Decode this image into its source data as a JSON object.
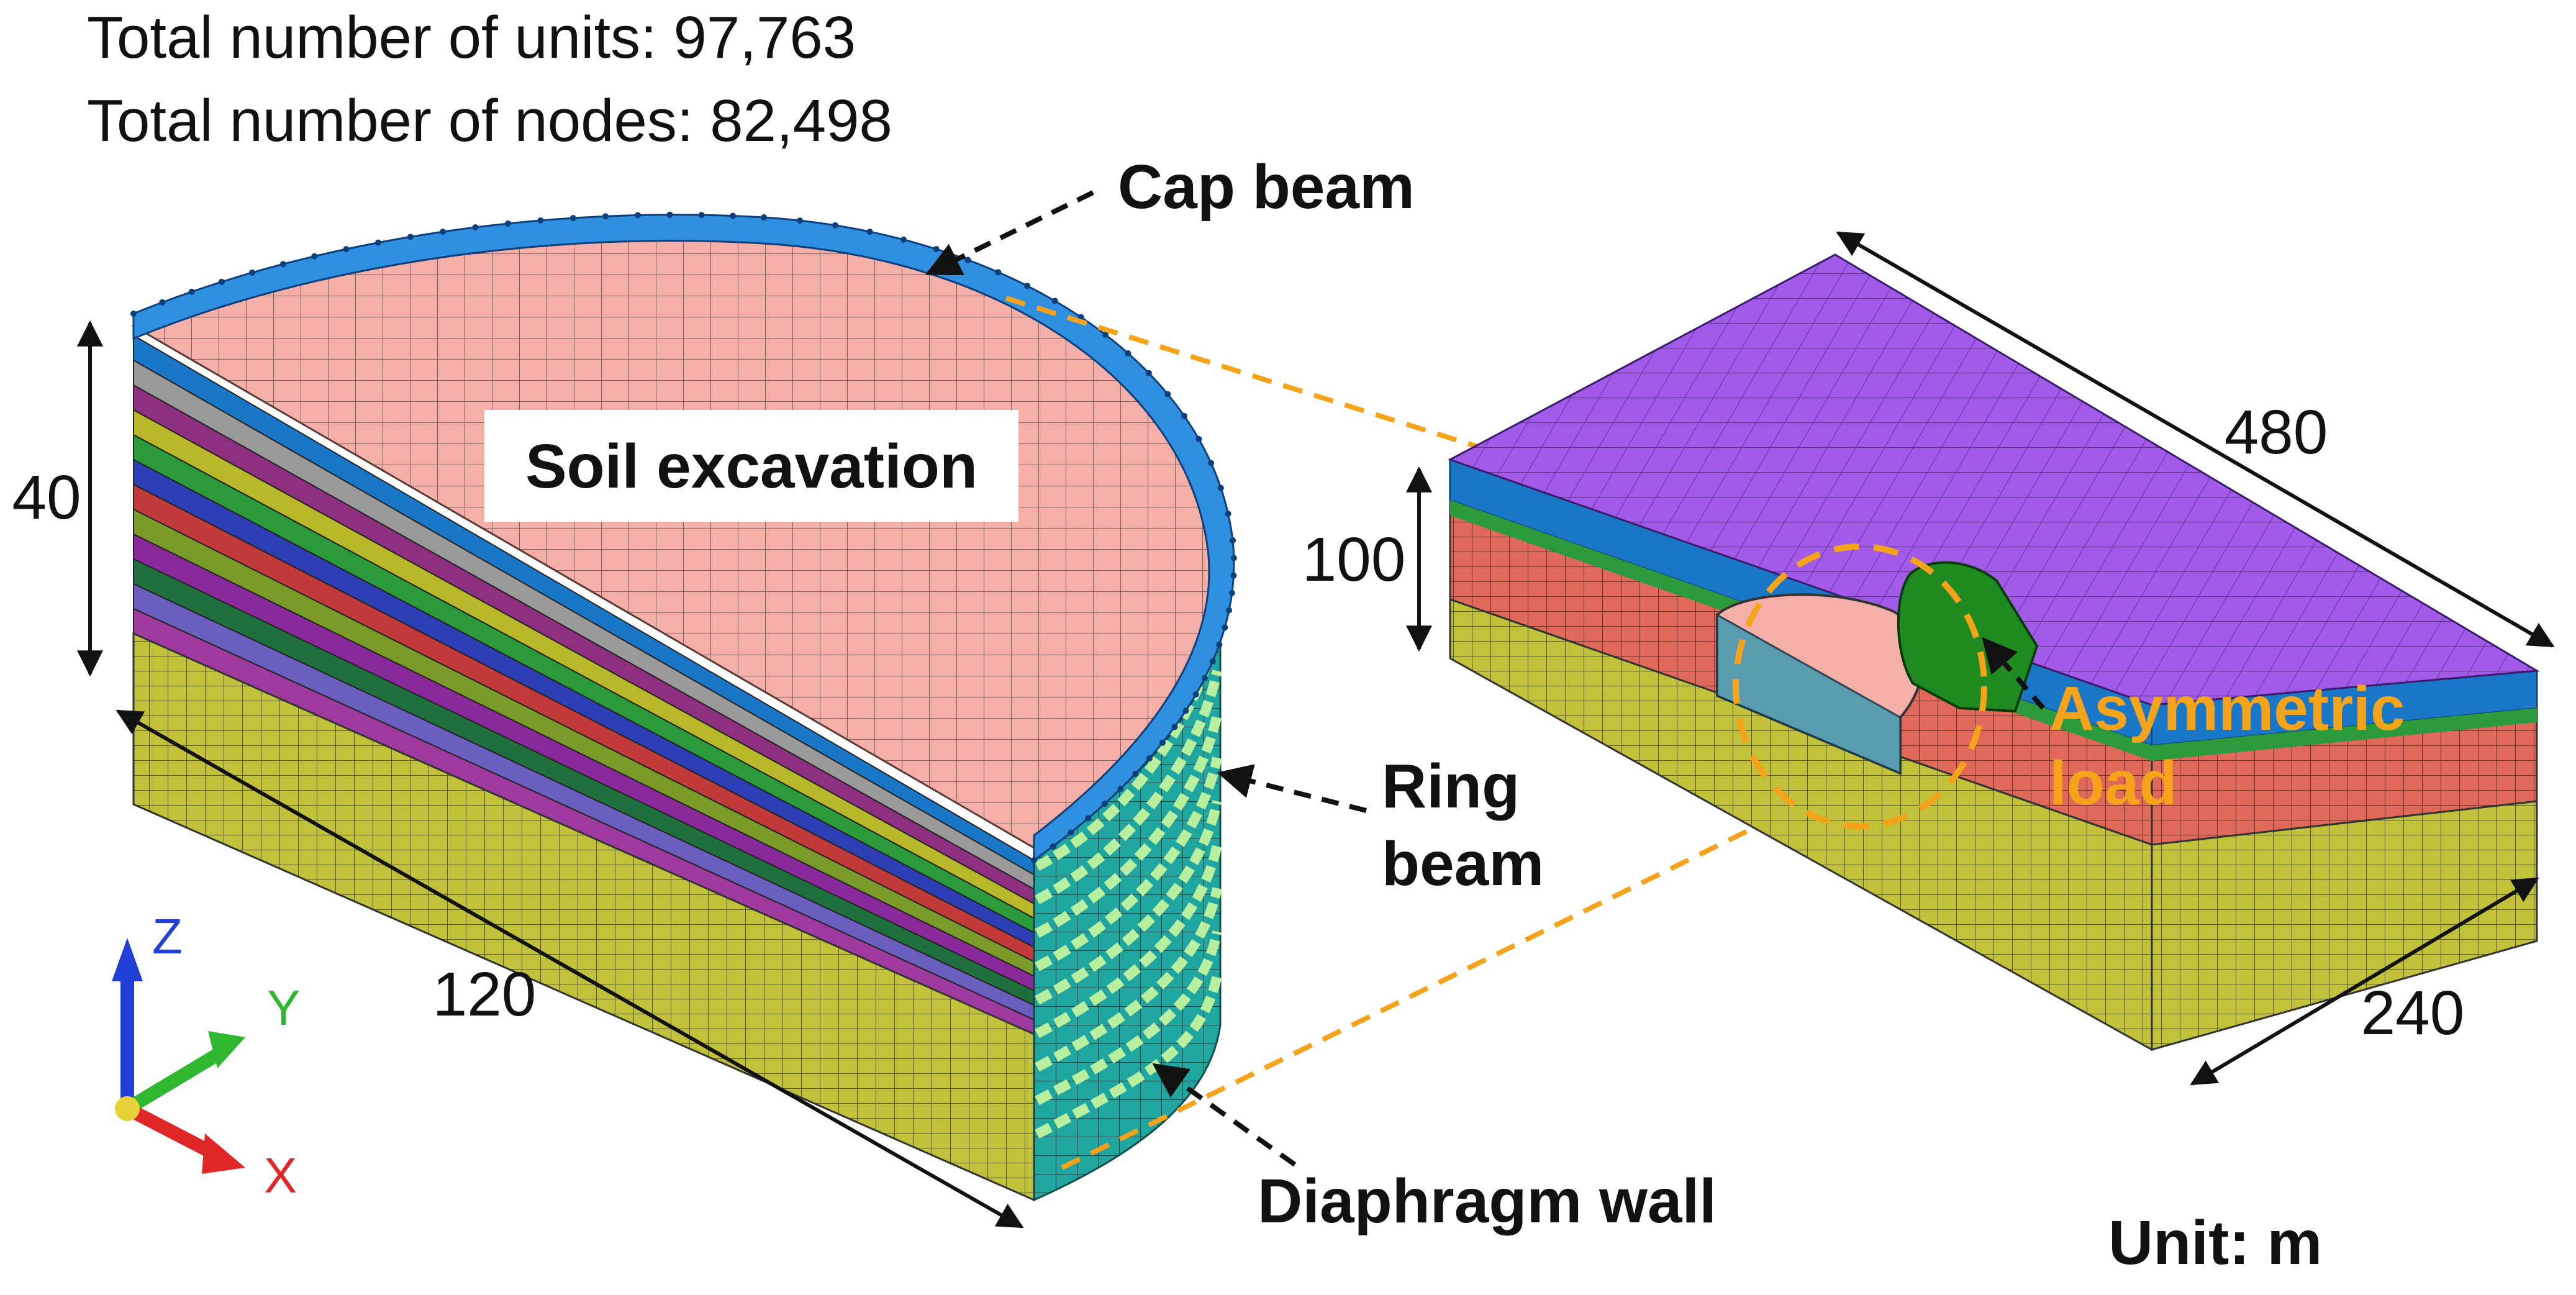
{
  "header": {
    "total_units": "Total number of units: 97,763",
    "total_nodes": "Total number of nodes: 82,498"
  },
  "excavation_model": {
    "top_label": "Soil excavation",
    "depth": "40",
    "diameter": "120",
    "callouts": {
      "cap_beam": "Cap beam",
      "ring_beam_line1": "Ring",
      "ring_beam_line2": "beam",
      "diaphragm_wall": "Diaphragm wall"
    }
  },
  "site_model": {
    "length": "480",
    "width": "240",
    "depth": "100",
    "load_line1": "Asymmetric",
    "load_line2": "load"
  },
  "unit_note": "Unit: m",
  "axes": {
    "z": "Z",
    "y": "Y",
    "x": "X"
  },
  "colors": {
    "soil_top": "#f4b0a8",
    "cap_beam": "#2f8fe0",
    "diaphragm_wall": "#1fa6a0",
    "ring_beam": "#b8f0a0",
    "site_top": "#a25be8",
    "site_red": "#e0695a",
    "site_olive": "#c2c23a",
    "load": "#1f8a1f",
    "callout_orange": "#f5a31a",
    "axis_z": "#1f3fd6",
    "axis_y": "#2fb82f",
    "axis_x": "#e02626"
  },
  "layer_colors": [
    "#1a77c7",
    "#9a9a9a",
    "#8f2f7f",
    "#b8b82a",
    "#2a9a3a",
    "#2d3fb5",
    "#c23a3a",
    "#7a9a2a",
    "#8a2a9a",
    "#1f6f3f",
    "#6a5fbf",
    "#9f3a9f"
  ]
}
